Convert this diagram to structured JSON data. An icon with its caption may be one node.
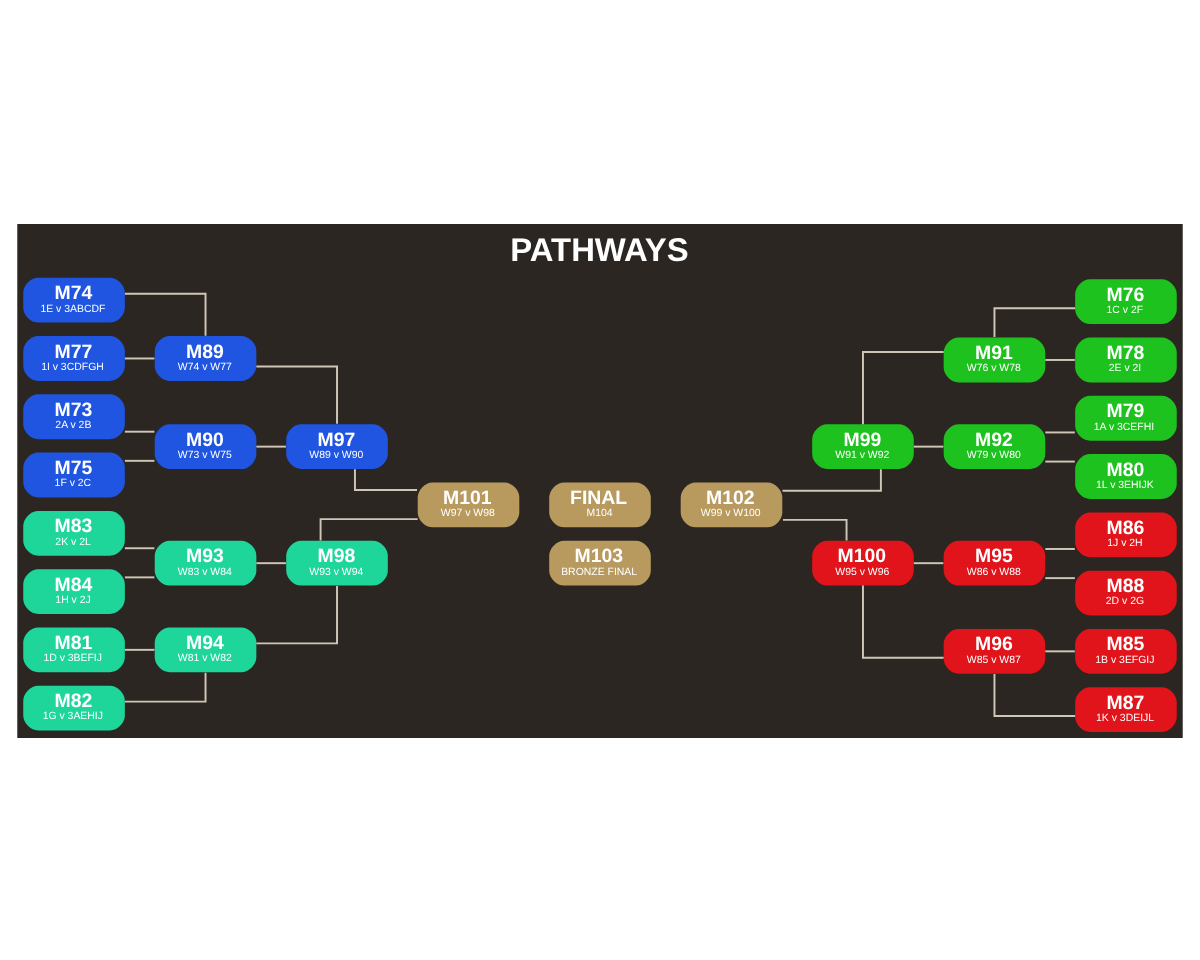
{
  "diagram": {
    "title": "PATHWAYS",
    "nodes": [
      {
        "text": [
          "M74",
          "1E v 3ABCDF"
        ]
      },
      {
        "text": [
          "M77",
          "1I v 3CDFGH"
        ]
      },
      {
        "text": [
          "M73",
          "2A v 2B"
        ]
      },
      {
        "text": [
          "M75",
          "1F v 2C"
        ]
      },
      {
        "text": [
          "M83",
          "2K v 2L"
        ]
      },
      {
        "text": [
          "M84",
          "1H v 2J"
        ]
      },
      {
        "text": [
          "M81",
          "1D v 3BEFIJ"
        ]
      },
      {
        "text": [
          "M82",
          "1G v 3AEHIJ"
        ]
      },
      {
        "text": [
          "M89",
          "W74 v W77"
        ]
      },
      {
        "text": [
          "M90",
          "W73 v W75"
        ]
      },
      {
        "text": [
          "M93",
          "W83 v W84"
        ]
      },
      {
        "text": [
          "M94",
          "W81 v W82"
        ]
      },
      {
        "text": [
          "M97",
          "W89 v W90"
        ]
      },
      {
        "text": [
          "M98",
          "W93 v W94"
        ]
      },
      {
        "text": [
          "M101",
          "W97 v W98"
        ]
      },
      {
        "text": [
          "FINAL",
          "M104"
        ]
      },
      {
        "text": [
          "M103",
          "BRONZE FINAL"
        ]
      },
      {
        "text": [
          "M102",
          "W99 v W100"
        ]
      },
      {
        "text": [
          "M99",
          "W91 v W92"
        ]
      },
      {
        "text": [
          "M100",
          "W95 v W96"
        ]
      },
      {
        "text": [
          "M91",
          "W76 v W78"
        ]
      },
      {
        "text": [
          "M92",
          "W79 v W80"
        ]
      },
      {
        "text": [
          "M95",
          "W86 v W88"
        ]
      },
      {
        "text": [
          "M96",
          "W85 v W87"
        ]
      },
      {
        "text": [
          "M76",
          "1C v 2F"
        ]
      },
      {
        "text": [
          "M78",
          "2E v 2I"
        ]
      },
      {
        "text": [
          "M79",
          "1A v 3CEFHI"
        ]
      },
      {
        "text": [
          "M80",
          "1L v 3EHIJK"
        ]
      },
      {
        "text": [
          "M86",
          "1J v 2H"
        ]
      },
      {
        "text": [
          "M88",
          "2D v 2G"
        ]
      },
      {
        "text": [
          "M85",
          "1B v 3EFGIJ"
        ]
      },
      {
        "text": [
          "M87",
          "1K v 3DEIJL"
        ]
      }
    ],
    "edges": [
      {
        "from": 0,
        "to": 8,
        "arrow": "none"
      },
      {
        "from": 1,
        "to": 8,
        "arrow": "none"
      },
      {
        "from": 2,
        "to": 9,
        "arrow": "none"
      },
      {
        "from": 3,
        "to": 9,
        "arrow": "none"
      },
      {
        "from": 4,
        "to": 10,
        "arrow": "none"
      },
      {
        "from": 5,
        "to": 10,
        "arrow": "none"
      },
      {
        "from": 6,
        "to": 11,
        "arrow": "none"
      },
      {
        "from": 7,
        "to": 11,
        "arrow": "none"
      },
      {
        "from": 8,
        "to": 12,
        "arrow": "none"
      },
      {
        "from": 9,
        "to": 12,
        "arrow": "none"
      },
      {
        "from": 10,
        "to": 13,
        "arrow": "none"
      },
      {
        "from": 11,
        "to": 13,
        "arrow": "none"
      },
      {
        "from": 12,
        "to": 14,
        "arrow": "none"
      },
      {
        "from": 13,
        "to": 14,
        "arrow": "none"
      },
      {
        "from": 17,
        "to": 18,
        "arrow": "none"
      },
      {
        "from": 17,
        "to": 19,
        "arrow": "none"
      },
      {
        "from": 18,
        "to": 20,
        "arrow": "none"
      },
      {
        "from": 18,
        "to": 21,
        "arrow": "none"
      },
      {
        "from": 19,
        "to": 22,
        "arrow": "none"
      },
      {
        "from": 19,
        "to": 23,
        "arrow": "none"
      },
      {
        "from": 20,
        "to": 24,
        "arrow": "none"
      },
      {
        "from": 20,
        "to": 25,
        "arrow": "none"
      },
      {
        "from": 21,
        "to": 26,
        "arrow": "none"
      },
      {
        "from": 21,
        "to": 27,
        "arrow": "none"
      },
      {
        "from": 22,
        "to": 28,
        "arrow": "none"
      },
      {
        "from": 22,
        "to": 29,
        "arrow": "none"
      },
      {
        "from": 23,
        "to": 30,
        "arrow": "none"
      },
      {
        "from": 23,
        "to": 31,
        "arrow": "none"
      }
    ]
  }
}
